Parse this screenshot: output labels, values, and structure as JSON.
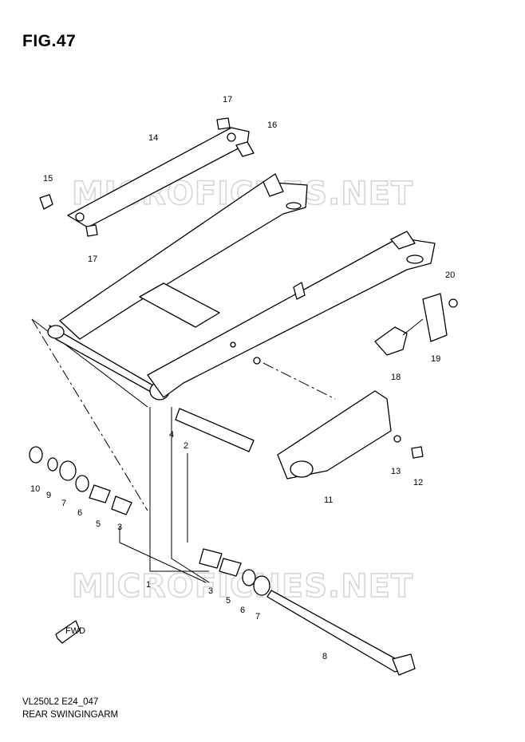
{
  "figure": {
    "title": "FIG.47"
  },
  "footer": {
    "code": "VL250L2 E24_047",
    "name": "REAR SWINGINGARM"
  },
  "watermark": {
    "text": "MICROFICHES.NET"
  },
  "fwd_arrow": {
    "label": "FWD"
  },
  "callouts": [
    "17",
    "16",
    "14",
    "15",
    "17",
    "20",
    "19",
    "18",
    "4",
    "2",
    "10",
    "9",
    "7",
    "6",
    "5",
    "3",
    "13",
    "12",
    "11",
    "1",
    "3",
    "5",
    "6",
    "7",
    "8"
  ],
  "colors": {
    "line": "#000000",
    "watermark": "#d6d6d6",
    "background": "#ffffff"
  }
}
